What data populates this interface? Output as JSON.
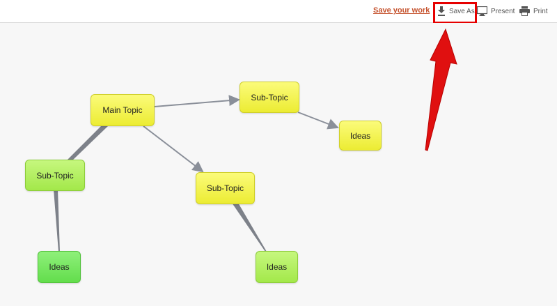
{
  "toolbar": {
    "save_work": "Save your work",
    "save_as": {
      "label": "Save As",
      "icon": "download-icon"
    },
    "present": {
      "label": "Present",
      "icon": "monitor-icon"
    },
    "print": {
      "label": "Print",
      "icon": "printer-icon"
    },
    "highlight_color": "#e60000"
  },
  "mindmap": {
    "main_topic": "Main Topic",
    "subtopic_right": "Sub-Topic",
    "ideas_right": "Ideas",
    "subtopic_left": "Sub-Topic",
    "ideas_left": "Ideas",
    "subtopic_middle": "Sub-Topic",
    "ideas_middle": "Ideas"
  },
  "colors": {
    "yellow_node": "#f3f35a",
    "lime_node": "#b5ef63",
    "green_node": "#78e862",
    "link": "#8a8f99",
    "accent_link": "#c5522d"
  }
}
